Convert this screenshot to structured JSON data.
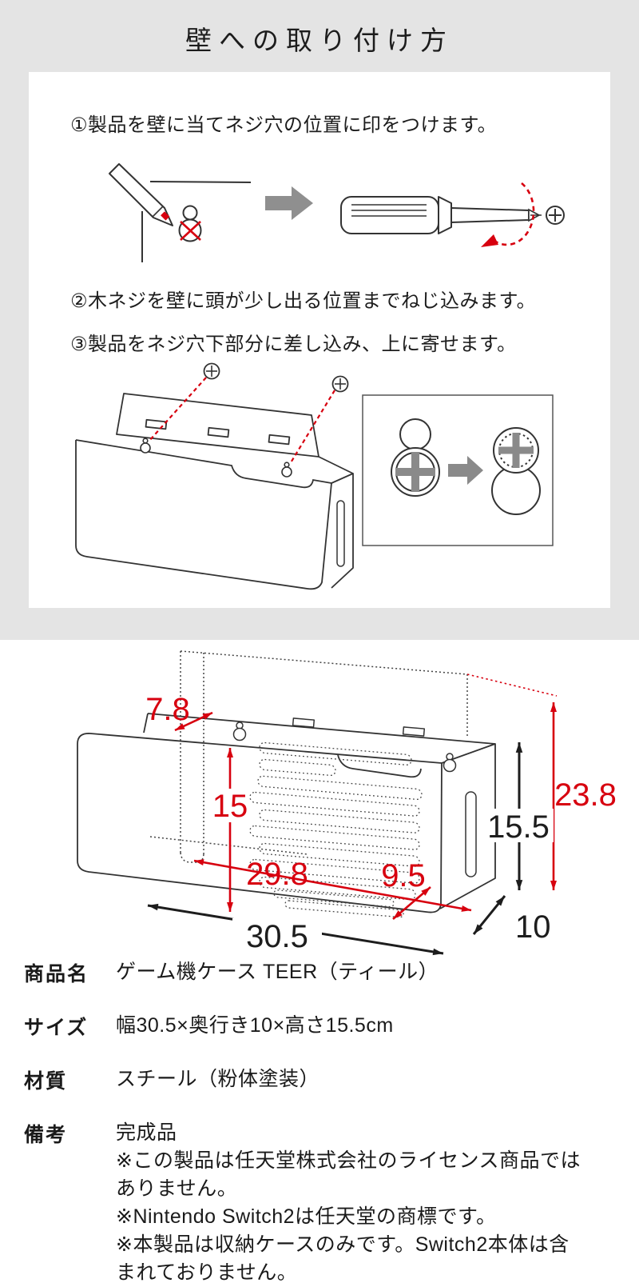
{
  "title": "壁への取り付け方",
  "steps": {
    "step1": "①製品を壁に当てネジ穴の位置に印をつけます。",
    "step2": "②木ネジを壁に頭が少し出る位置までねじ込みます。",
    "step3": "③製品をネジ穴下部分に差し込み、上に寄せます。"
  },
  "dimensions": {
    "unit": "cm",
    "top_inset": "7.8",
    "inner_height": "15",
    "inner_width": "29.8",
    "inner_depth": "9.5",
    "outer_width": "30.5",
    "outer_height": "15.5",
    "mount_height": "23.8",
    "outer_depth": "10"
  },
  "specs": {
    "product_name": {
      "label": "商品名",
      "value": "ゲーム機ケース TEER（ティール）"
    },
    "size": {
      "label": "サイズ",
      "value": "幅30.5×奥行き10×高さ15.5cm"
    },
    "material": {
      "label": "材質",
      "value": "スチール（粉体塗装）"
    },
    "notes": {
      "label": "備考",
      "lines": [
        "完成品",
        "※この製品は任天堂株式会社のライセンス商品ではありません。",
        "※Nintendo Switch2は任天堂の商標です。",
        "※本製品は収納ケースのみです。Switch2本体は含まれておりません。"
      ]
    }
  },
  "colors": {
    "accent_red": "#d7000f",
    "background_gray": "#e4e4e4",
    "line_dark": "#333333",
    "arrow_gray": "#8f8f8f"
  }
}
